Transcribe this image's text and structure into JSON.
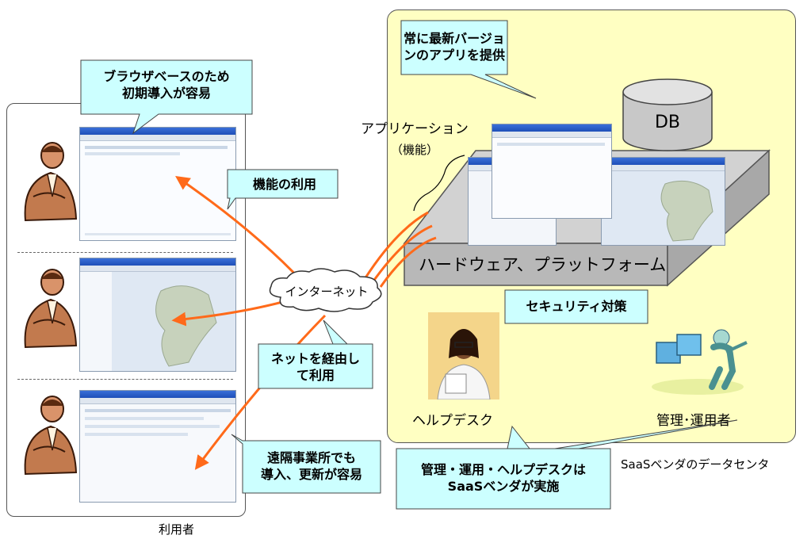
{
  "users_panel": {
    "caption": "利用者"
  },
  "datacenter": {
    "caption": "SaaSベンダのデータセンタ"
  },
  "callouts": {
    "browser_based": [
      "ブラウザベースのため",
      "初期導入が容易"
    ],
    "feature_use": "機能の利用",
    "via_network": [
      "ネットを経由し",
      "て利用"
    ],
    "remote_office": [
      "遠隔事業所でも",
      "導入、更新が容易"
    ],
    "latest_version": [
      "常に最新バージョ",
      "ンのアプリを提供"
    ],
    "security": "セキュリティ対策",
    "vendor_ops": [
      "管理・運用・ヘルプデスクは",
      "SaaSベンダが実施"
    ]
  },
  "labels": {
    "application": [
      "アプリケーション",
      "（機能）"
    ],
    "db": "DB",
    "hardware": "ハードウェア、プラットフォーム",
    "internet": "インターネット",
    "helpdesk": "ヘルプデスク",
    "admin": "管理･運用者"
  },
  "colors": {
    "callout_fill": "#ccffff",
    "datacenter_fill": "#ffffc2",
    "arrow": "#ff6a1a",
    "platform": "#c8c8c8"
  }
}
